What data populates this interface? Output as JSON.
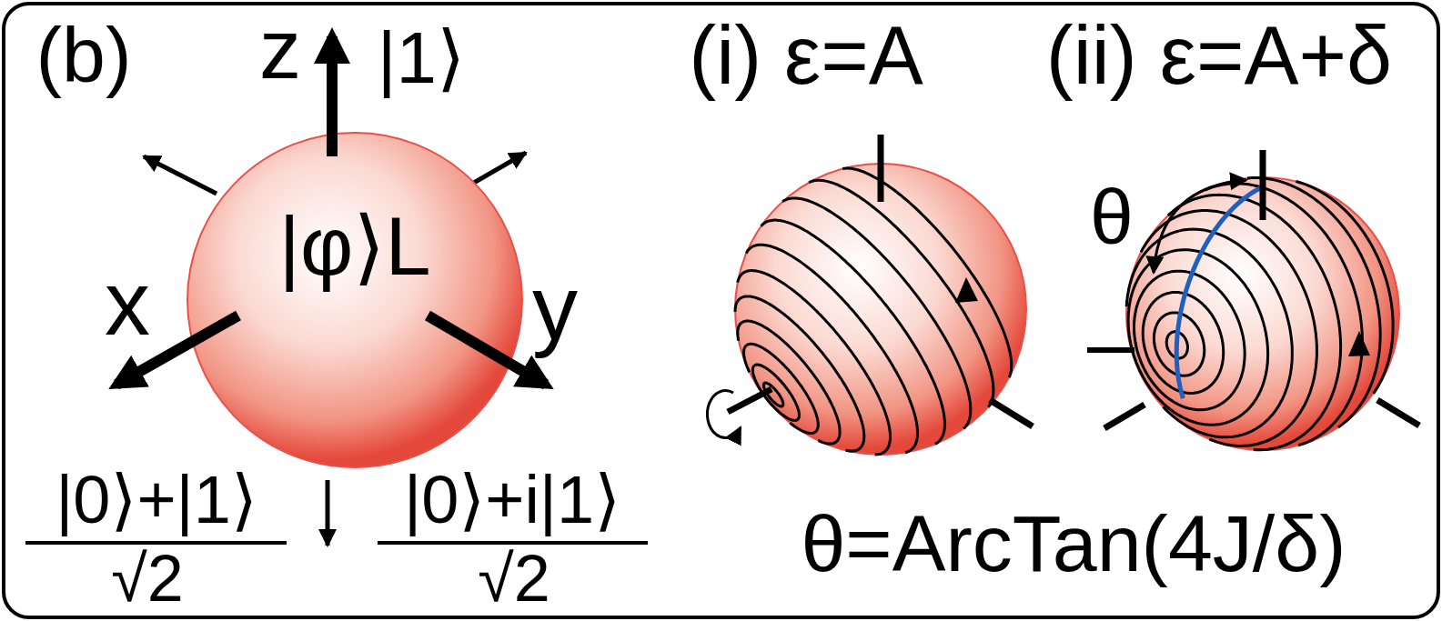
{
  "diagram": {
    "nodes": [
      {
        "text": [
          "|φ⟩L"
        ]
      }
    ],
    "labels": [
      "(b)",
      "z",
      "|1⟩",
      "x",
      "y",
      "|0⟩+|1⟩",
      "√2",
      "|0⟩+i|1⟩",
      "√2",
      "(i) ε=A",
      "(ii) ε=A+δ",
      "θ",
      "θ=ArcTan(4J/δ)"
    ]
  }
}
